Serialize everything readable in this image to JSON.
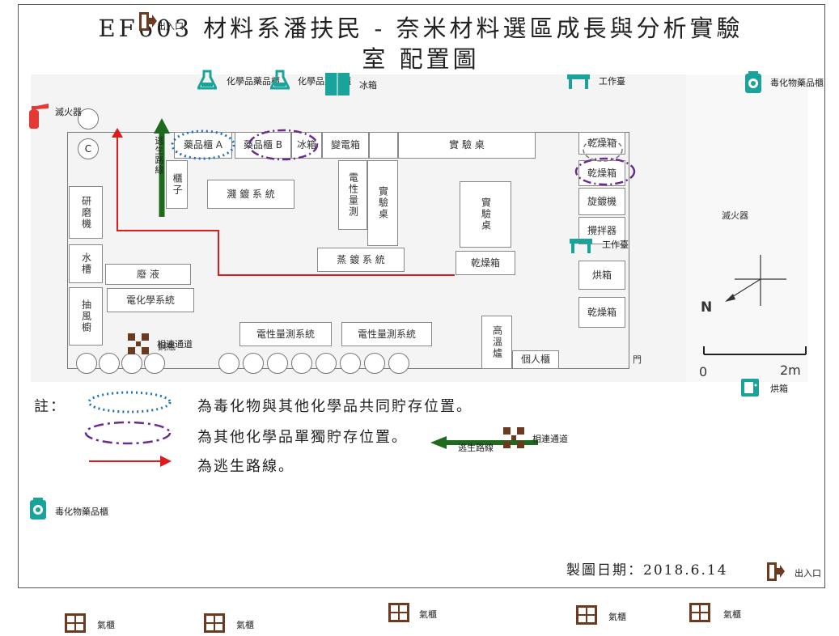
{
  "title": {
    "line1": "EF603 材料系潘扶民 - 奈米材料選區成長與分析實驗",
    "line2": "室 配置圖"
  },
  "plan": {
    "storage_a": "藥品櫃 A",
    "storage_b": "藥品櫃 B",
    "fridge": "冰箱",
    "power_box": "變電箱",
    "lab_bench_top": "實 驗 桌",
    "dry_box_c": "乾燥箱",
    "circle_c": "C",
    "dry_box_1": "乾燥箱",
    "spin_coater": "旋鍍機",
    "stirrer": "攪拌器",
    "oven_box": "烘箱",
    "dry_box_2": "乾燥箱",
    "grinder": "研磨機",
    "cabinet": "櫃子",
    "plating_system": "濺 鍍 系 統",
    "elec_measure_v": "電性量測",
    "lab_bench_v": "實驗桌",
    "lab_bench_mid": "實驗桌",
    "sink": "水槽",
    "waste": "廢 液",
    "evap_system": "蒸 鍍 系 統",
    "dry_box_mid": "乾燥箱",
    "echem_system": "電化學系統",
    "fume_hood": "抽風櫥",
    "elec_measure_1": "電性量測系統",
    "elec_measure_2": "電性量測系統",
    "furnace": "高溫爐",
    "personal_cabinet": "個人櫃",
    "door": "門",
    "fire_ext_text": "滅火器",
    "compass_n": "N",
    "scale_0": "0",
    "scale_2m": "2m",
    "gas_bottle": "鋼瓶"
  },
  "legend": {
    "note_label": "註：",
    "blue_text": "為毒化物與其他化學品共同貯存位置。",
    "purple_text": "為其他化學品單獨貯存位置。",
    "red_text": "為逃生路線。"
  },
  "date_text": "製圖日期：2018.6.14",
  "overlays": {
    "exit_top": "出入口",
    "chem_cabinet_1": "化學品藥品櫃",
    "chem_cabinet_2": "化學品藥品櫃",
    "fridge": "冰箱",
    "workbench_top": "工作臺",
    "toxic_cabinet_top": "毒化物藥品櫃",
    "fire_ext": "滅火器",
    "escape_route_v": "逃生路線",
    "workbench_mid": "工作臺",
    "connecting_path_1": "相連通道",
    "oven": "烘箱",
    "escape_route_h": "逃生路線",
    "connecting_path_2": "相連通道",
    "toxic_cabinet_bottom": "毒化物藥品櫃",
    "exit_bottom": "出入口",
    "gas_cabinets": [
      "氣櫃",
      "氣櫃",
      "氣櫃",
      "氣櫃",
      "氣櫃"
    ]
  },
  "colors": {
    "toxic_dots": "#1f6fbf",
    "chem_dashdot": "#6b2c91",
    "escape_red": "#e01b1b",
    "escape_green": "#1e6b1e",
    "teal_icon": "#1aa39a",
    "brown_icon": "#6b3a1f",
    "fire_red": "#e53935"
  }
}
